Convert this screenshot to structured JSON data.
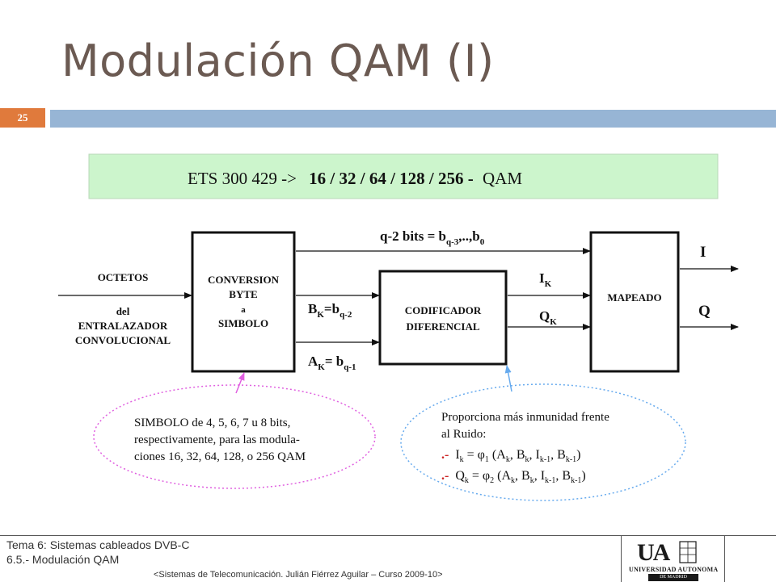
{
  "slide": {
    "title": "Modulación QAM (I)",
    "number": "25"
  },
  "standard": {
    "prefix": "ETS 300 429  ->",
    "options": "16 / 32 / 64 / 128 / 256 -",
    "suffix": "QAM"
  },
  "diagram": {
    "input": {
      "line1": "OCTETOS",
      "line2": "del",
      "line3": "ENTRALAZADOR",
      "line4": "CONVOLUCIONAL"
    },
    "block_conversion": {
      "line1": "CONVERSION",
      "line2": "BYTE",
      "line3": "a",
      "line4": "SIMBOLO"
    },
    "block_codificador": {
      "line1": "CODIFICADOR",
      "line2": "DIFERENCIAL"
    },
    "block_mapeado": {
      "line1": "MAPEADO"
    },
    "signals": {
      "bits_prefix": "q-2 bits = b",
      "bits_sub1": "q-3",
      "bits_mid": ",..,b",
      "bits_sub2": "0",
      "bk_main": "B",
      "bk_sub": "K",
      "bk_eq": "=b",
      "bk_sub2": "q-2",
      "ak_main": "A",
      "ak_sub": "K",
      "ak_eq": "= b",
      "ak_sub2": "q-1",
      "ik_main": "I",
      "ik_sub": "K",
      "qk_main": "Q",
      "qk_sub": "K",
      "out_i": "I",
      "out_q": "Q"
    },
    "note_left": {
      "line1": "SIMBOLO de 4, 5, 6, 7  u 8  bits,",
      "line2": "respectivamente, para las modula-",
      "line3": "ciones 16, 32, 64, 128, o 256 QAM"
    },
    "note_right": {
      "line1": "Proporciona más inmunidad frente",
      "line2": "al Ruido:",
      "bullet": ".-",
      "f1_i": "I",
      "f1_isub": "k",
      "f1_eq": " = φ",
      "f1_phisub": "1",
      "f1_a": " (A",
      "f1_asub": "k",
      "f1_b": ", B",
      "f1_bsub": "k",
      "f1_i2": ", I",
      "f1_i2sub": "k-1",
      "f1_b2": ", B",
      "f1_b2sub": "k-1",
      "f1_end": ")",
      "f2_q": "Q",
      "f2_qsub": "k",
      "f2_eq": " = φ",
      "f2_phisub": "2",
      "f2_a": " (A",
      "f2_asub": "k",
      "f2_b": ", B",
      "f2_bsub": "k",
      "f2_i2": ", I",
      "f2_i2sub": "k-1",
      "f2_b2": ", B",
      "f2_b2sub": "k-1",
      "f2_end": ")"
    }
  },
  "footer": {
    "line1": "Tema 6: Sistemas cableados DVB-C",
    "line2": "6.5.- Modulación QAM",
    "credits": "<Sistemas de Telecomunicación. Julián Fiérrez Aguilar – Curso 2009-10>",
    "logo_ua": "UA",
    "logo_univ": "UNIVERSIDAD AUTONOMA",
    "logo_madrid": "DE MADRID"
  },
  "colors": {
    "title": "#6b5a52",
    "badge": "#e07a3c",
    "bar": "#97b5d5",
    "standard_bg": "#ccf5cc",
    "note_left_border": "#e060e0",
    "note_right_border": "#66aaee",
    "bullet": "#cc2222"
  }
}
